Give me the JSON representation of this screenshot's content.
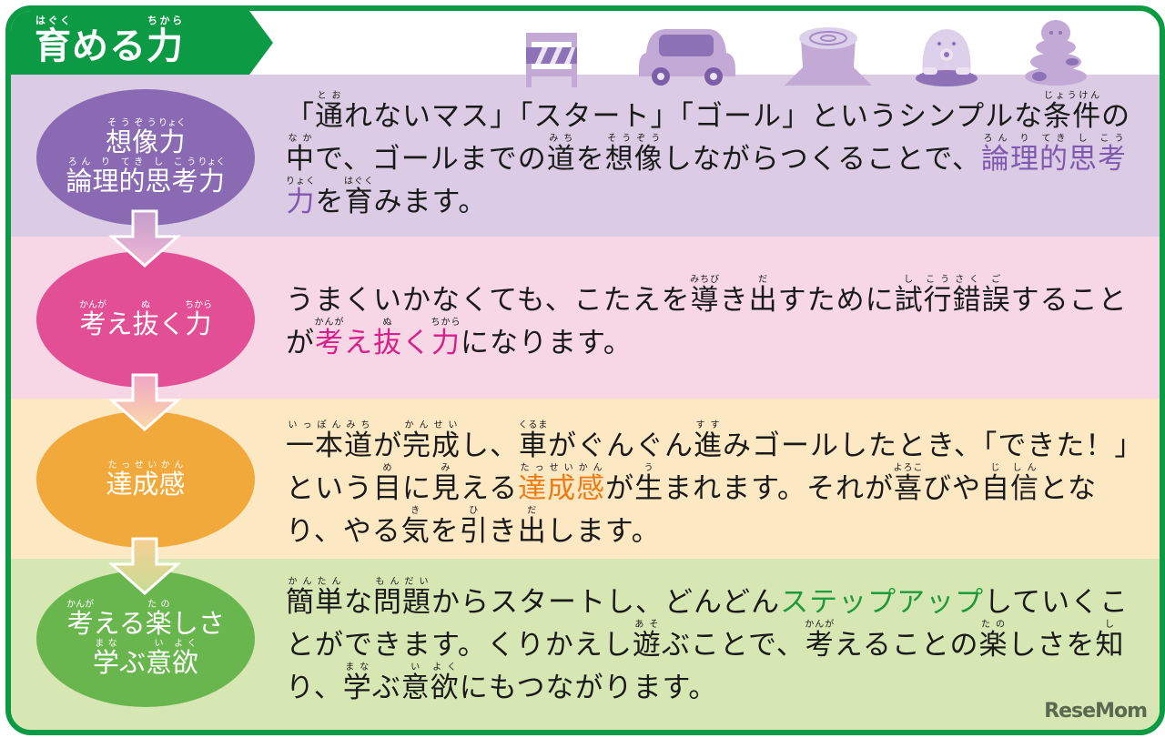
{
  "header": {
    "title": "育める力",
    "title_ruby": [
      {
        "base": "育",
        "rt": "はぐく"
      },
      {
        "base": "める",
        "rt": ""
      },
      {
        "base": "力",
        "rt": "ちから"
      }
    ],
    "accent_color": "#0d9a44",
    "icons": [
      "barricade-icon",
      "car-icon",
      "tree-stump-icon",
      "mole-icon",
      "snake-icon"
    ]
  },
  "rows": [
    {
      "band_color": "#dccbe4",
      "bubble_color": "#8a6bb3",
      "bubble_lines": [
        [
          {
            "base": "想",
            "rt": "そう"
          },
          {
            "base": "像",
            "rt": "ぞう"
          },
          {
            "base": "力",
            "rt": "りょく"
          }
        ],
        [
          {
            "base": "論",
            "rt": "ろん"
          },
          {
            "base": "理",
            "rt": "り"
          },
          {
            "base": "的",
            "rt": "てき"
          },
          {
            "base": "思",
            "rt": "し"
          },
          {
            "base": "考",
            "rt": "こう"
          },
          {
            "base": "力",
            "rt": "りょく"
          }
        ]
      ],
      "text_segments": [
        {
          "t": "「"
        },
        {
          "t": "通",
          "rt": "とお"
        },
        {
          "t": "れないマス」「スタート」「ゴール」というシンプルな"
        },
        {
          "t": "条件",
          "rt": "じょうけん"
        },
        {
          "t": "の"
        },
        {
          "t": "中",
          "rt": "なか"
        },
        {
          "t": "で、ゴールまでの"
        },
        {
          "t": "道",
          "rt": "みち"
        },
        {
          "t": "を"
        },
        {
          "t": "想",
          "rt": "そう"
        },
        {
          "t": "像",
          "rt": "ぞう"
        },
        {
          "t": "しながらつくることで、"
        },
        {
          "t": "論",
          "rt": "ろん",
          "hl": "purple"
        },
        {
          "t": "理",
          "rt": "り",
          "hl": "purple"
        },
        {
          "t": "的",
          "rt": "てき",
          "hl": "purple"
        },
        {
          "t": "思",
          "rt": "し",
          "hl": "purple"
        },
        {
          "t": "考",
          "rt": "こう",
          "hl": "purple"
        },
        {
          "t": "力",
          "rt": "りょく",
          "hl": "purple"
        },
        {
          "t": "を"
        },
        {
          "t": "育",
          "rt": "はぐく"
        },
        {
          "t": "みます。"
        }
      ],
      "highlight": "論理的思考力",
      "highlight_color": "#7f59b0"
    },
    {
      "band_color": "#f7d7e6",
      "bubble_color": "#e34f95",
      "bubble_lines": [
        [
          {
            "base": "考",
            "rt": "かんが"
          },
          {
            "base": "え",
            "rt": ""
          },
          {
            "base": "抜",
            "rt": "ぬ"
          },
          {
            "base": "く",
            "rt": ""
          },
          {
            "base": "力",
            "rt": "ちから"
          }
        ]
      ],
      "text_segments": [
        {
          "t": "うまくいかなくても、こたえを"
        },
        {
          "t": "導",
          "rt": "みちび"
        },
        {
          "t": "き"
        },
        {
          "t": "出",
          "rt": "だ"
        },
        {
          "t": "すために"
        },
        {
          "t": "試",
          "rt": "し"
        },
        {
          "t": "行",
          "rt": "こう"
        },
        {
          "t": "錯",
          "rt": "さく"
        },
        {
          "t": "誤",
          "rt": "ご"
        },
        {
          "t": "することが"
        },
        {
          "t": "考",
          "rt": "かんが",
          "hl": "pink"
        },
        {
          "t": "え",
          "hl": "pink"
        },
        {
          "t": "抜",
          "rt": "ぬ",
          "hl": "pink"
        },
        {
          "t": "く",
          "hl": "pink"
        },
        {
          "t": "力",
          "rt": "ちから",
          "hl": "pink"
        },
        {
          "t": "になります。"
        }
      ],
      "highlight": "考え抜く力",
      "highlight_color": "#d9208a"
    },
    {
      "band_color": "#fde8c4",
      "bubble_color": "#f2a93b",
      "bubble_lines": [
        [
          {
            "base": "達",
            "rt": "たっ"
          },
          {
            "base": "成",
            "rt": "せい"
          },
          {
            "base": "感",
            "rt": "かん"
          }
        ]
      ],
      "text_segments": [
        {
          "t": "一",
          "rt": "いっ"
        },
        {
          "t": "本",
          "rt": "ぽん"
        },
        {
          "t": "道",
          "rt": "みち"
        },
        {
          "t": "が"
        },
        {
          "t": "完",
          "rt": "かん"
        },
        {
          "t": "成",
          "rt": "せい"
        },
        {
          "t": "し、"
        },
        {
          "t": "車",
          "rt": "くるま"
        },
        {
          "t": "がぐんぐん"
        },
        {
          "t": "進",
          "rt": "すす"
        },
        {
          "t": "みゴールしたとき、「できた！」という"
        },
        {
          "t": "目",
          "rt": "め"
        },
        {
          "t": "に"
        },
        {
          "t": "見",
          "rt": "み"
        },
        {
          "t": "える"
        },
        {
          "t": "達",
          "rt": "たっ",
          "hl": "orange"
        },
        {
          "t": "成",
          "rt": "せい",
          "hl": "orange"
        },
        {
          "t": "感",
          "rt": "かん",
          "hl": "orange"
        },
        {
          "t": "が"
        },
        {
          "t": "生",
          "rt": "う"
        },
        {
          "t": "まれます。それが"
        },
        {
          "t": "喜",
          "rt": "よろこ"
        },
        {
          "t": "びや"
        },
        {
          "t": "自",
          "rt": "じ"
        },
        {
          "t": "信",
          "rt": "しん"
        },
        {
          "t": "となり、やる"
        },
        {
          "t": "気",
          "rt": "き"
        },
        {
          "t": "を"
        },
        {
          "t": "引",
          "rt": "ひ"
        },
        {
          "t": "き"
        },
        {
          "t": "出",
          "rt": "だ"
        },
        {
          "t": "します。"
        }
      ],
      "highlight": "達成感",
      "highlight_color": "#ee7a12"
    },
    {
      "band_color": "#d7e7b4",
      "bubble_color": "#6ab64e",
      "bubble_lines": [
        [
          {
            "base": "考",
            "rt": "かんが"
          },
          {
            "base": "える",
            "rt": ""
          },
          {
            "base": "楽",
            "rt": "たの"
          },
          {
            "base": "しさ",
            "rt": ""
          }
        ],
        [
          {
            "base": "学",
            "rt": "まな"
          },
          {
            "base": "ぶ",
            "rt": ""
          },
          {
            "base": "意",
            "rt": "い"
          },
          {
            "base": "欲",
            "rt": "よく"
          }
        ]
      ],
      "text_segments": [
        {
          "t": "簡",
          "rt": "かん"
        },
        {
          "t": "単",
          "rt": "たん"
        },
        {
          "t": "な"
        },
        {
          "t": "問",
          "rt": "もん"
        },
        {
          "t": "題",
          "rt": "だい"
        },
        {
          "t": "からスタートし、どんどん"
        },
        {
          "t": "ステップアップ",
          "hl": "green"
        },
        {
          "t": "していくことができます。くりかえし"
        },
        {
          "t": "遊",
          "rt": "あそ"
        },
        {
          "t": "ぶことで、"
        },
        {
          "t": "考",
          "rt": "かんが"
        },
        {
          "t": "えることの"
        },
        {
          "t": "楽",
          "rt": "たの"
        },
        {
          "t": "しさを"
        },
        {
          "t": "知",
          "rt": "し"
        },
        {
          "t": "り、"
        },
        {
          "t": "学",
          "rt": "まな"
        },
        {
          "t": "ぶ"
        },
        {
          "t": "意",
          "rt": "い"
        },
        {
          "t": "欲",
          "rt": "よく"
        },
        {
          "t": "にもつながります。"
        }
      ],
      "highlight": "ステップアップ",
      "highlight_color": "#1f9a3c"
    }
  ],
  "watermark": {
    "text": "ReseMom"
  }
}
